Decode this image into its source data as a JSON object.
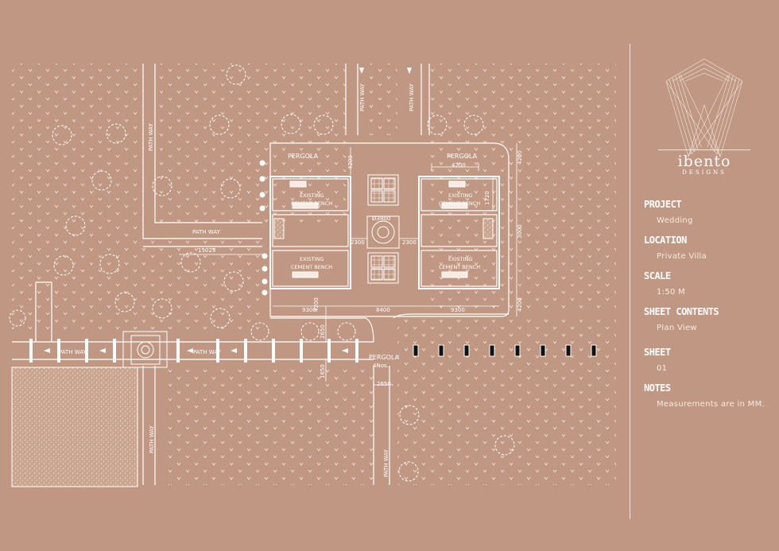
{
  "brand": {
    "name": "ibento",
    "tagline": "DESIGNS"
  },
  "title_block": {
    "items": [
      {
        "label": "PROJECT",
        "value": "Wedding"
      },
      {
        "label": "LOCATION",
        "value": "Private Villa"
      },
      {
        "label": "SCALE",
        "value": "1:50 M"
      },
      {
        "label": "SHEET CONTENTS",
        "value": "Plan View"
      },
      {
        "label": "SHEET",
        "value": "01"
      },
      {
        "label": "NOTES",
        "value": "Measurements are in MM."
      }
    ]
  },
  "plan": {
    "path_way_label": "PATH WAY",
    "pergola_label": "PERGOLA",
    "bench_label_line1": "EXISTING",
    "bench_label_line2": "CEMENT BENCH",
    "pergola_count": "4Nos.",
    "dimensions": {
      "d4200": "4200",
      "d1720": "1720",
      "d3000": "3000",
      "d2300": "2300",
      "d3800": "Ø3800",
      "d9300": "9300",
      "d8400": "8400",
      "d15025": "15025",
      "d2650": "2650",
      "d1650": "1650"
    }
  },
  "colors": {
    "background": "#bf9782",
    "line": "#ffffff"
  }
}
